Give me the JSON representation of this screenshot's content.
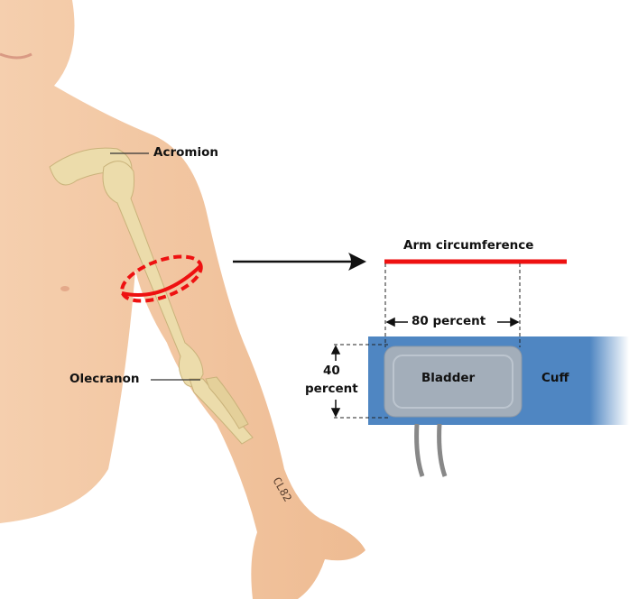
{
  "labels": {
    "acromion": "Acromion",
    "olecranon": "Olecranon",
    "arm_circumference": "Arm circumference",
    "width_percent": "80 percent",
    "height_number": "40",
    "height_unit": "percent",
    "bladder": "Bladder",
    "cuff": "Cuff"
  },
  "figure_code": "CL82",
  "colors": {
    "skin": "#f2c7a2",
    "bone": "#ecdcab",
    "measure_red": "#ee1111",
    "cuff_blue": "#4f86c2",
    "bladder_gray": "#a3aeba"
  }
}
